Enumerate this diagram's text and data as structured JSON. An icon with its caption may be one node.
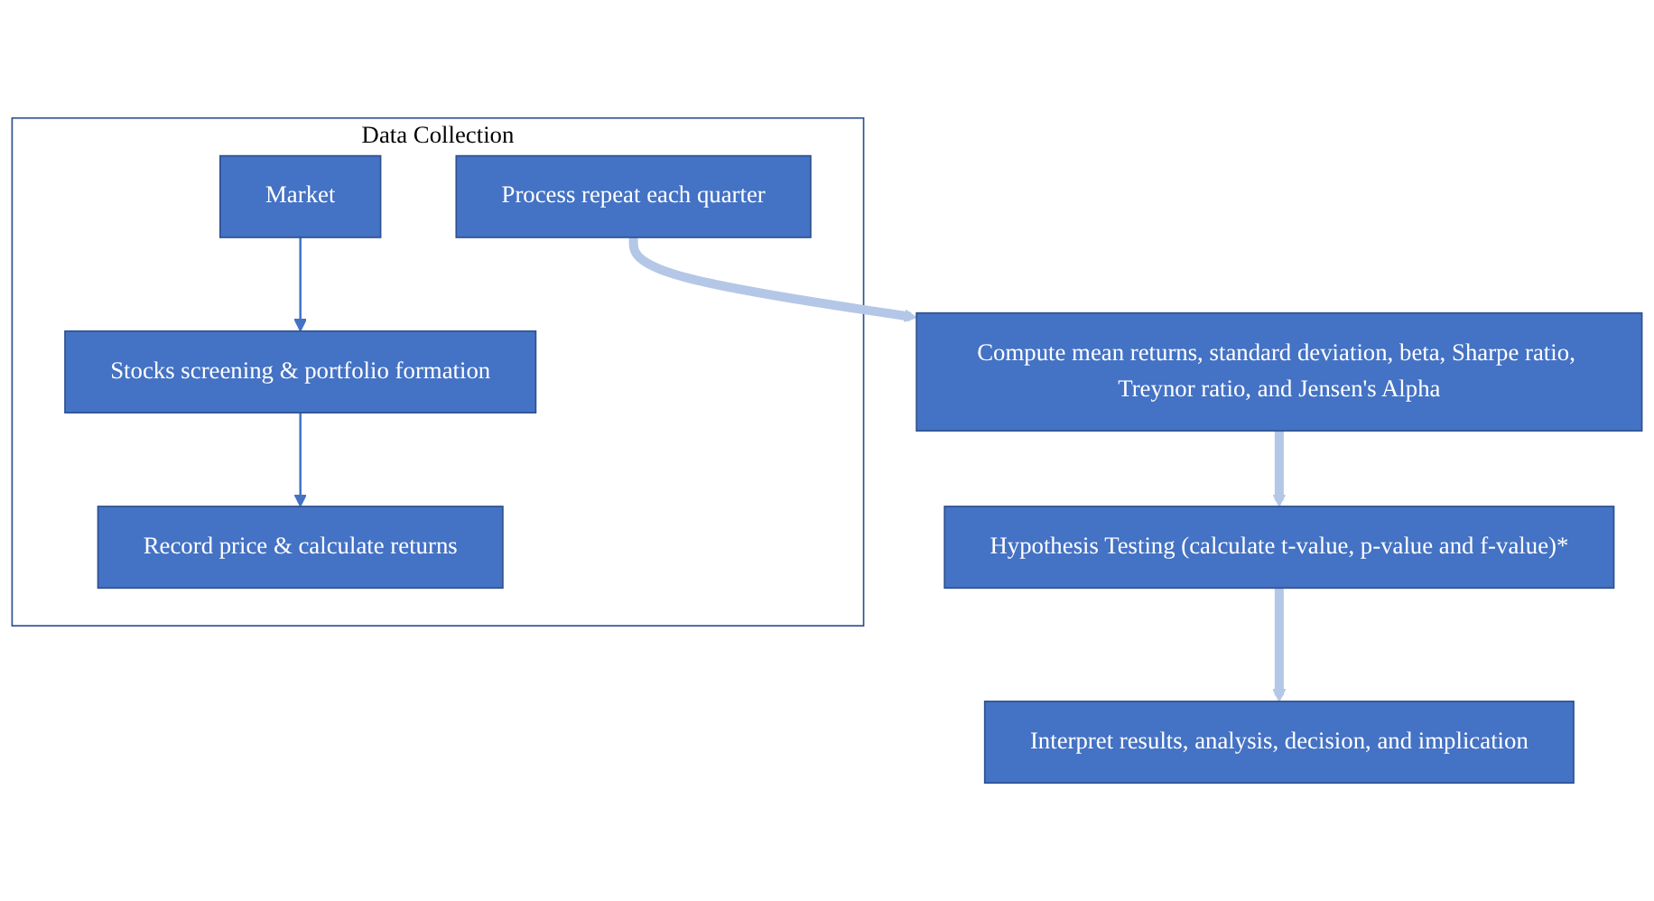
{
  "diagram": {
    "nodes": [
      {
        "text": [
          "Data Collection"
        ]
      },
      {
        "text": [
          "Market"
        ],
        "in": 0
      },
      {
        "text": [
          "Stocks screening & portfolio formation"
        ],
        "in": 0
      },
      {
        "text": [
          "Record price & calculate returns"
        ],
        "in": 0
      },
      {
        "text": [
          "Process repeat each quarter"
        ],
        "in": 0
      },
      {
        "text": [
          "Compute mean returns, standard deviation, beta, Sharpe ratio, Treynor ratio, and Jensen's Alpha"
        ]
      },
      {
        "text": [
          "Hypothesis Testing (calculate t-value, p-value and f-value)*"
        ]
      },
      {
        "text": [
          "Interpret results, analysis, decision, and implication"
        ]
      }
    ],
    "edges": [
      {
        "from": 1,
        "to": 2,
        "arrow": "to",
        "color": "#4472c4"
      },
      {
        "from": 2,
        "to": 3,
        "arrow": "to",
        "color": "#4472c4"
      },
      {
        "from": 4,
        "to": 5,
        "arrow": "to"
      },
      {
        "from": 5,
        "to": 6,
        "arrow": "to"
      },
      {
        "from": 6,
        "to": 7,
        "arrow": "to"
      }
    ]
  }
}
